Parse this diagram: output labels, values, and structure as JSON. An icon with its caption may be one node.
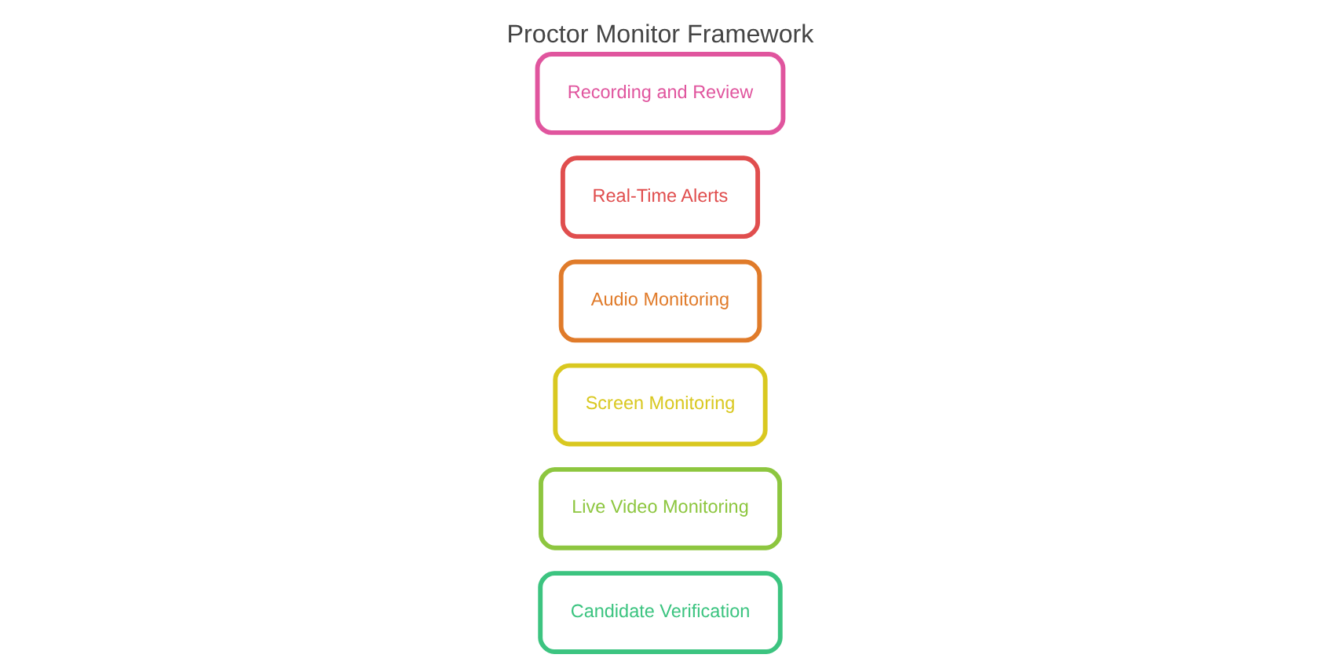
{
  "diagram": {
    "title": "Proctor Monitor Framework",
    "nodes": [
      {
        "text": [
          "Candidate Verification"
        ]
      },
      {
        "text": [
          "Live Video Monitoring"
        ]
      },
      {
        "text": [
          "Screen Monitoring"
        ]
      },
      {
        "text": [
          "Audio Monitoring"
        ]
      },
      {
        "text": [
          "Real-Time Alerts"
        ]
      },
      {
        "text": [
          "Recording and Review"
        ]
      }
    ],
    "edges": []
  }
}
